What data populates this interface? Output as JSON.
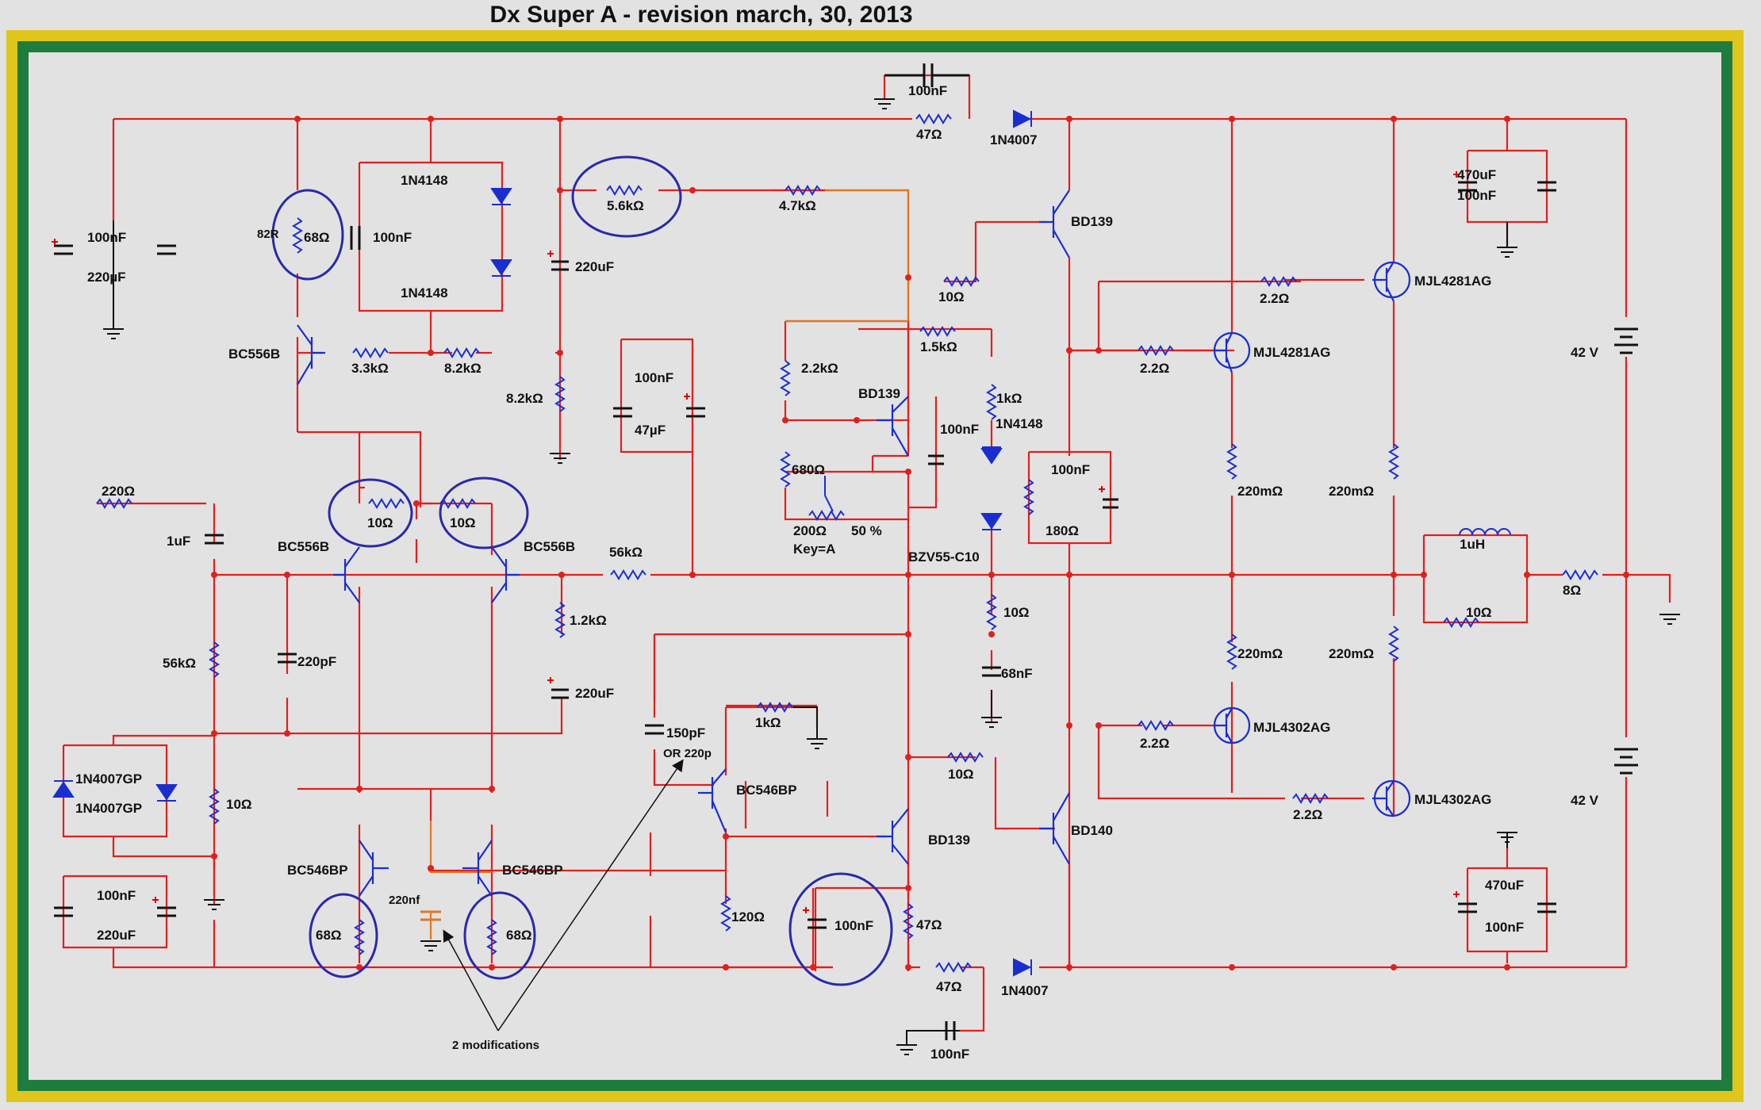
{
  "title": "Dx Super A - revision march, 30, 2013",
  "colors": {
    "wire": "#e0201e",
    "component": "#1a2ed0",
    "orange": "#e07820",
    "highlight": "#2a2aa8",
    "border_outer": "#e0c51a",
    "border_inner": "#1e7d3e"
  },
  "labels": {
    "c_top_100nF": "100nF",
    "r_top_47": "47Ω",
    "d_top_1n4007": "1N4007",
    "c_left_100nF": "100nF",
    "c_left_220uF": "220µF",
    "r_82r": "82R",
    "r_68_top": "68Ω",
    "c_100nF_2": "100nF",
    "d_1n4148_a": "1N4148",
    "d_1n4148_b": "1N4148",
    "c_220uF_top": "220uF",
    "r_5k6": "5.6kΩ",
    "r_4k7": "4.7kΩ",
    "q_bd139_top": "BD139",
    "r_10_a": "10Ω",
    "c_470uF_top": "470uF",
    "c_100nF_top_right": "100nF",
    "r_2r2_a": "2.2Ω",
    "q_mjl4281_a": "MJL4281AG",
    "r_2r2_b": "2.2Ω",
    "q_mjl4281_b": "MJL4281AG",
    "batt_42v_top": "42 V",
    "q_bc556b_top": "BC556B",
    "r_3k3": "3.3kΩ",
    "r_8k2_a": "8.2kΩ",
    "r_8k2_b": "8.2kΩ",
    "c_100nF_3": "100nF",
    "c_47uF": "47µF",
    "r_2k2": "2.2kΩ",
    "q_bd139_mid": "BD139",
    "r_1k5": "1.5kΩ",
    "r_1k": "1kΩ",
    "d_1n4148_c": "1N4148",
    "c_100nF_4": "100nF",
    "r_680": "680Ω",
    "pot_200": "200Ω",
    "pot_pct": "50 %",
    "pot_key": "Key=A",
    "d_bzv55": "BZV55-C10",
    "c_100nF_5": "100nF",
    "r_180": "180Ω",
    "r_220m_a": "220mΩ",
    "r_220m_b": "220mΩ",
    "r_220_in": "220Ω",
    "c_1uF": "1uF",
    "q_bc556b_l": "BC556B",
    "q_bc556b_r": "BC556B",
    "r_10_b": "10Ω",
    "r_10_c": "10Ω",
    "r_56k_a": "56kΩ",
    "r_56k_b": "56kΩ",
    "c_220pF": "220pF",
    "r_1k2": "1.2kΩ",
    "c_220uF_mid": "220uF",
    "l_1uH": "1uH",
    "r_10_d": "10Ω",
    "r_8": "8Ω",
    "r_10_e": "10Ω",
    "c_68nF": "68nF",
    "c_150pF": "150pF",
    "or_220p": "OR 220p",
    "r_1k_b": "1kΩ",
    "q_bc546bp_a": "BC546BP",
    "r_220m_c": "220mΩ",
    "r_220m_d": "220mΩ",
    "r_2r2_c": "2.2Ω",
    "q_mjl4302_a": "MJL4302AG",
    "r_2r2_d": "2.2Ω",
    "q_mjl4302_b": "MJL4302AG",
    "r_10_f": "10Ω",
    "q_bd139_low": "BD139",
    "q_bd140": "BD140",
    "d_1n4007gp_a": "1N4007GP",
    "d_1n4007gp_b": "1N4007GP",
    "r_10_g": "10Ω",
    "q_bc546bp_l": "BC546BP",
    "q_bc546bp_r": "BC546BP",
    "c_100nF_6": "100nF",
    "c_220uF_low": "220uF",
    "r_68_l": "68Ω",
    "r_68_r": "68Ω",
    "c_220nf": "220nf",
    "r_120": "120Ω",
    "c_100nF_7": "100nF",
    "r_47_b": "47Ω",
    "r_47_c": "47Ω",
    "d_1n4007_b": "1N4007",
    "c_100nF_bot": "100nF",
    "batt_42v_bot": "42 V",
    "c_470uF_bot": "470uF",
    "c_100nF_bot_right": "100nF",
    "annotation": "2 modifications"
  }
}
